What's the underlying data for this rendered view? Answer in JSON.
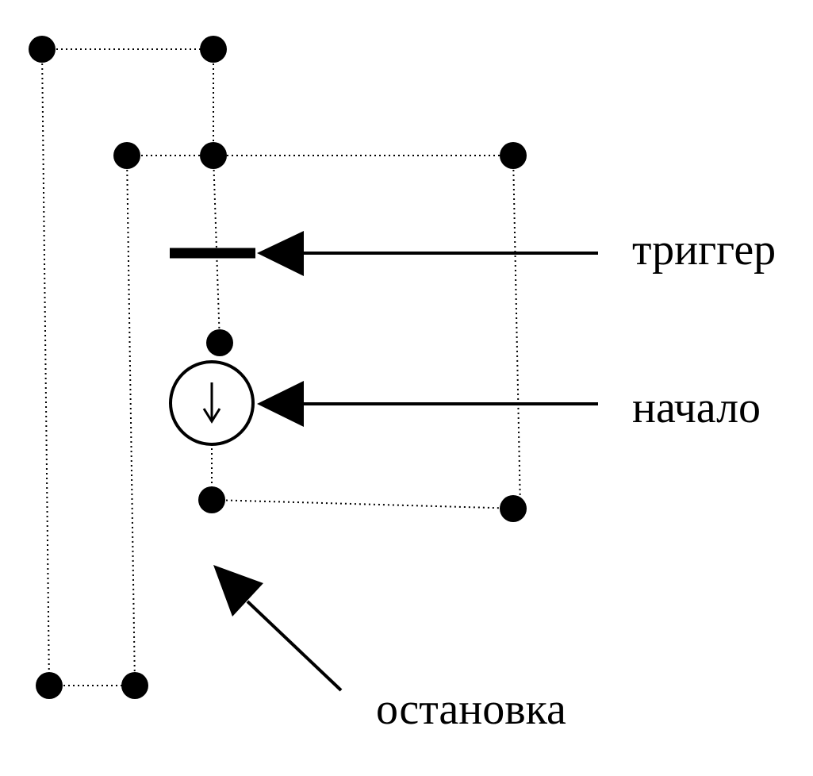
{
  "labels": {
    "trigger": "триггер",
    "start": "начало",
    "stop": "остановка"
  },
  "colors": {
    "ink": "#000000",
    "background": "#ffffff"
  },
  "icons": {
    "start_symbol": "down-arrow-in-circle-icon"
  }
}
